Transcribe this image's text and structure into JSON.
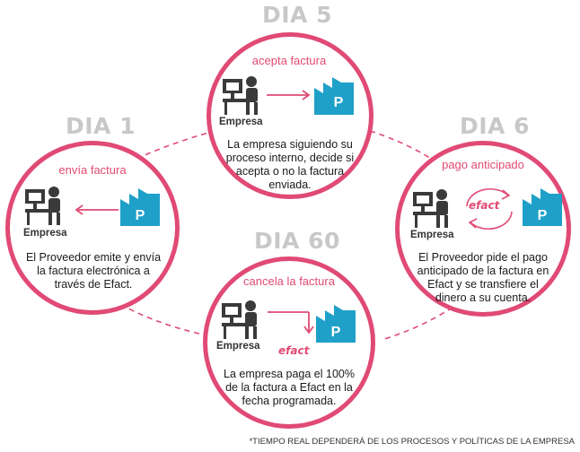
{
  "days": {
    "d5": {
      "title": "DIA 5",
      "label": "acepta factura",
      "company": "Empresa",
      "desc": "La empresa siguiendo su proceso interno, decide si acepta o no la factura enviada.",
      "factory_letter": "P"
    },
    "d1": {
      "title": "DIA 1",
      "label": "envía factura",
      "company": "Empresa",
      "desc": "El Proveedor emite y envía la factura electrónica a través de Efact.",
      "factory_letter": "P"
    },
    "d6": {
      "title": "DIA 6",
      "label": "pago anticipado",
      "company": "Empresa",
      "desc": "El Proveedor pide el pago anticipado de la factura en Efact y se transfiere el dinero a su cuenta.",
      "factory_letter": "P",
      "logo": "efact"
    },
    "d60": {
      "title": "DIA 60",
      "label": "cancela la factura",
      "company": "Empresa",
      "desc": "La empresa paga el 100% de la factura a Efact en la fecha programada.",
      "factory_letter": "P",
      "logo": "efact"
    }
  },
  "footnote": "*TIEMPO REAL DEPENDERÁ DE LOS PROCESOS Y POLÍTICAS DE LA EMPRESA",
  "colors": {
    "accent": "#e04a74",
    "factory": "#1fa0c8",
    "person": "#3a3a3a",
    "day_title": "#c8c8c8"
  }
}
